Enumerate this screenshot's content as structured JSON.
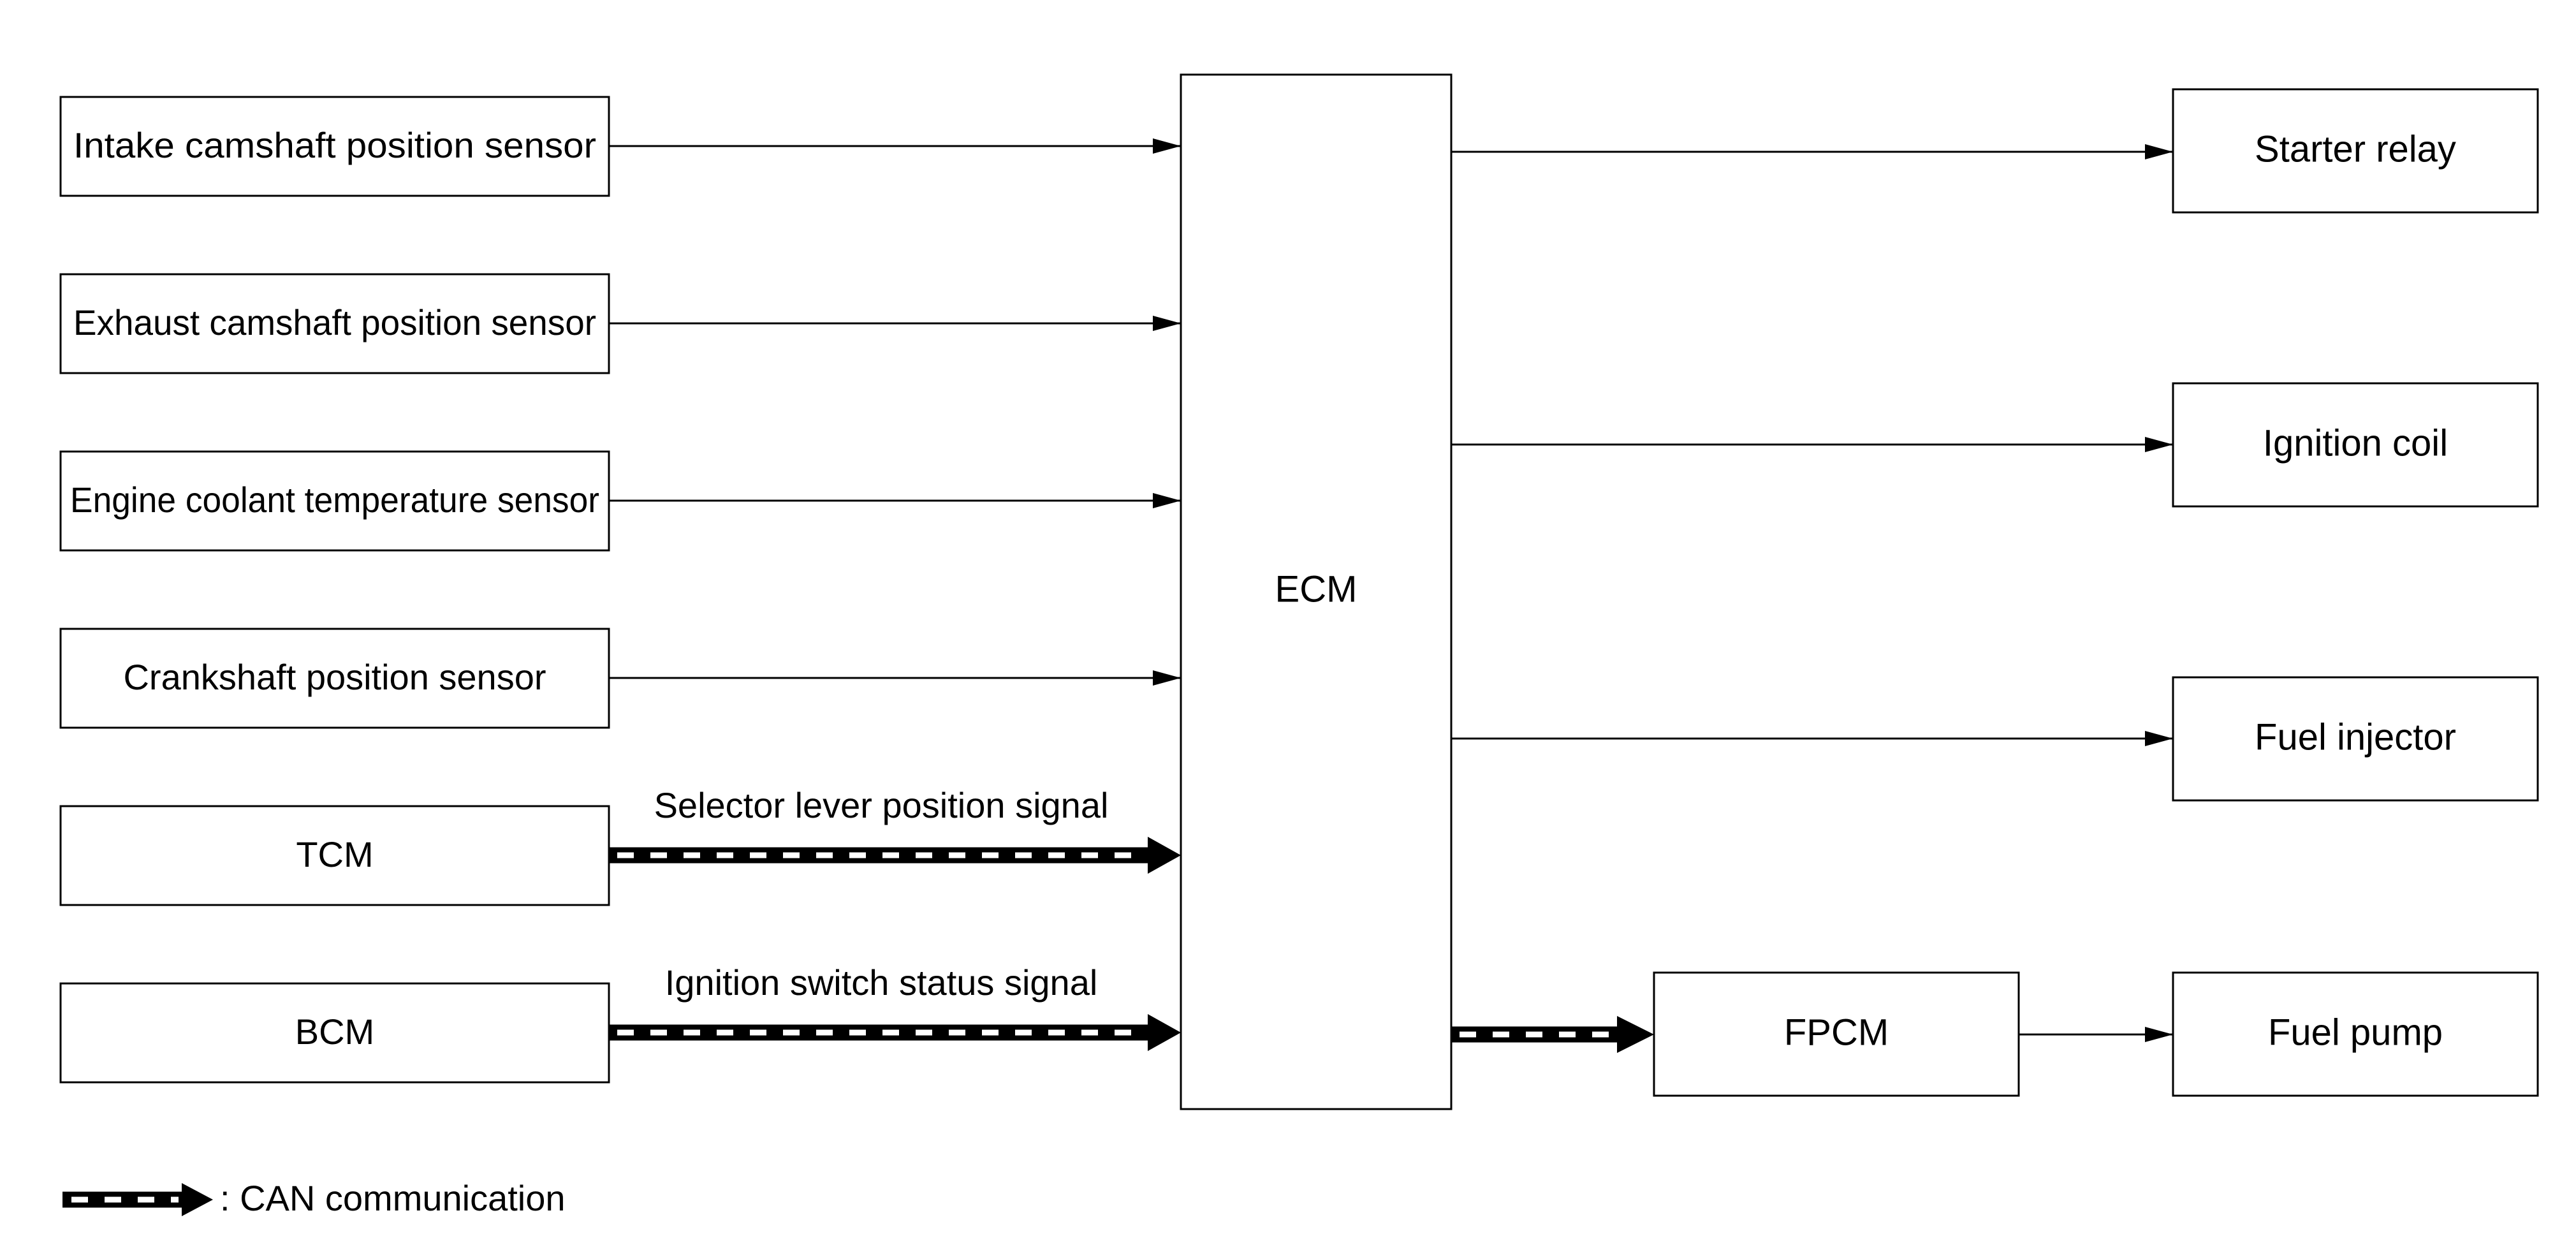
{
  "center": {
    "label": "ECM"
  },
  "inputs": [
    {
      "id": "intake-camshaft-position-sensor",
      "label": "Intake camshaft position sensor",
      "can": false,
      "signal": ""
    },
    {
      "id": "exhaust-camshaft-position-sensor",
      "label": "Exhaust camshaft position sensor",
      "can": false,
      "signal": ""
    },
    {
      "id": "engine-coolant-temperature-sensor",
      "label": "Engine coolant temperature sensor",
      "can": false,
      "signal": ""
    },
    {
      "id": "crankshaft-position-sensor",
      "label": "Crankshaft position sensor",
      "can": false,
      "signal": ""
    },
    {
      "id": "tcm",
      "label": "TCM",
      "can": true,
      "signal": "Selector lever position signal"
    },
    {
      "id": "bcm",
      "label": "BCM",
      "can": true,
      "signal": "Ignition switch status signal"
    }
  ],
  "outputs": [
    {
      "id": "starter-relay",
      "label": "Starter relay"
    },
    {
      "id": "ignition-coil",
      "label": "Ignition coil"
    },
    {
      "id": "fuel-injector",
      "label": "Fuel injector"
    }
  ],
  "fpcm": {
    "label": "FPCM"
  },
  "fuel_pump": {
    "label": "Fuel pump"
  },
  "legend": {
    "label": ": CAN communication"
  }
}
